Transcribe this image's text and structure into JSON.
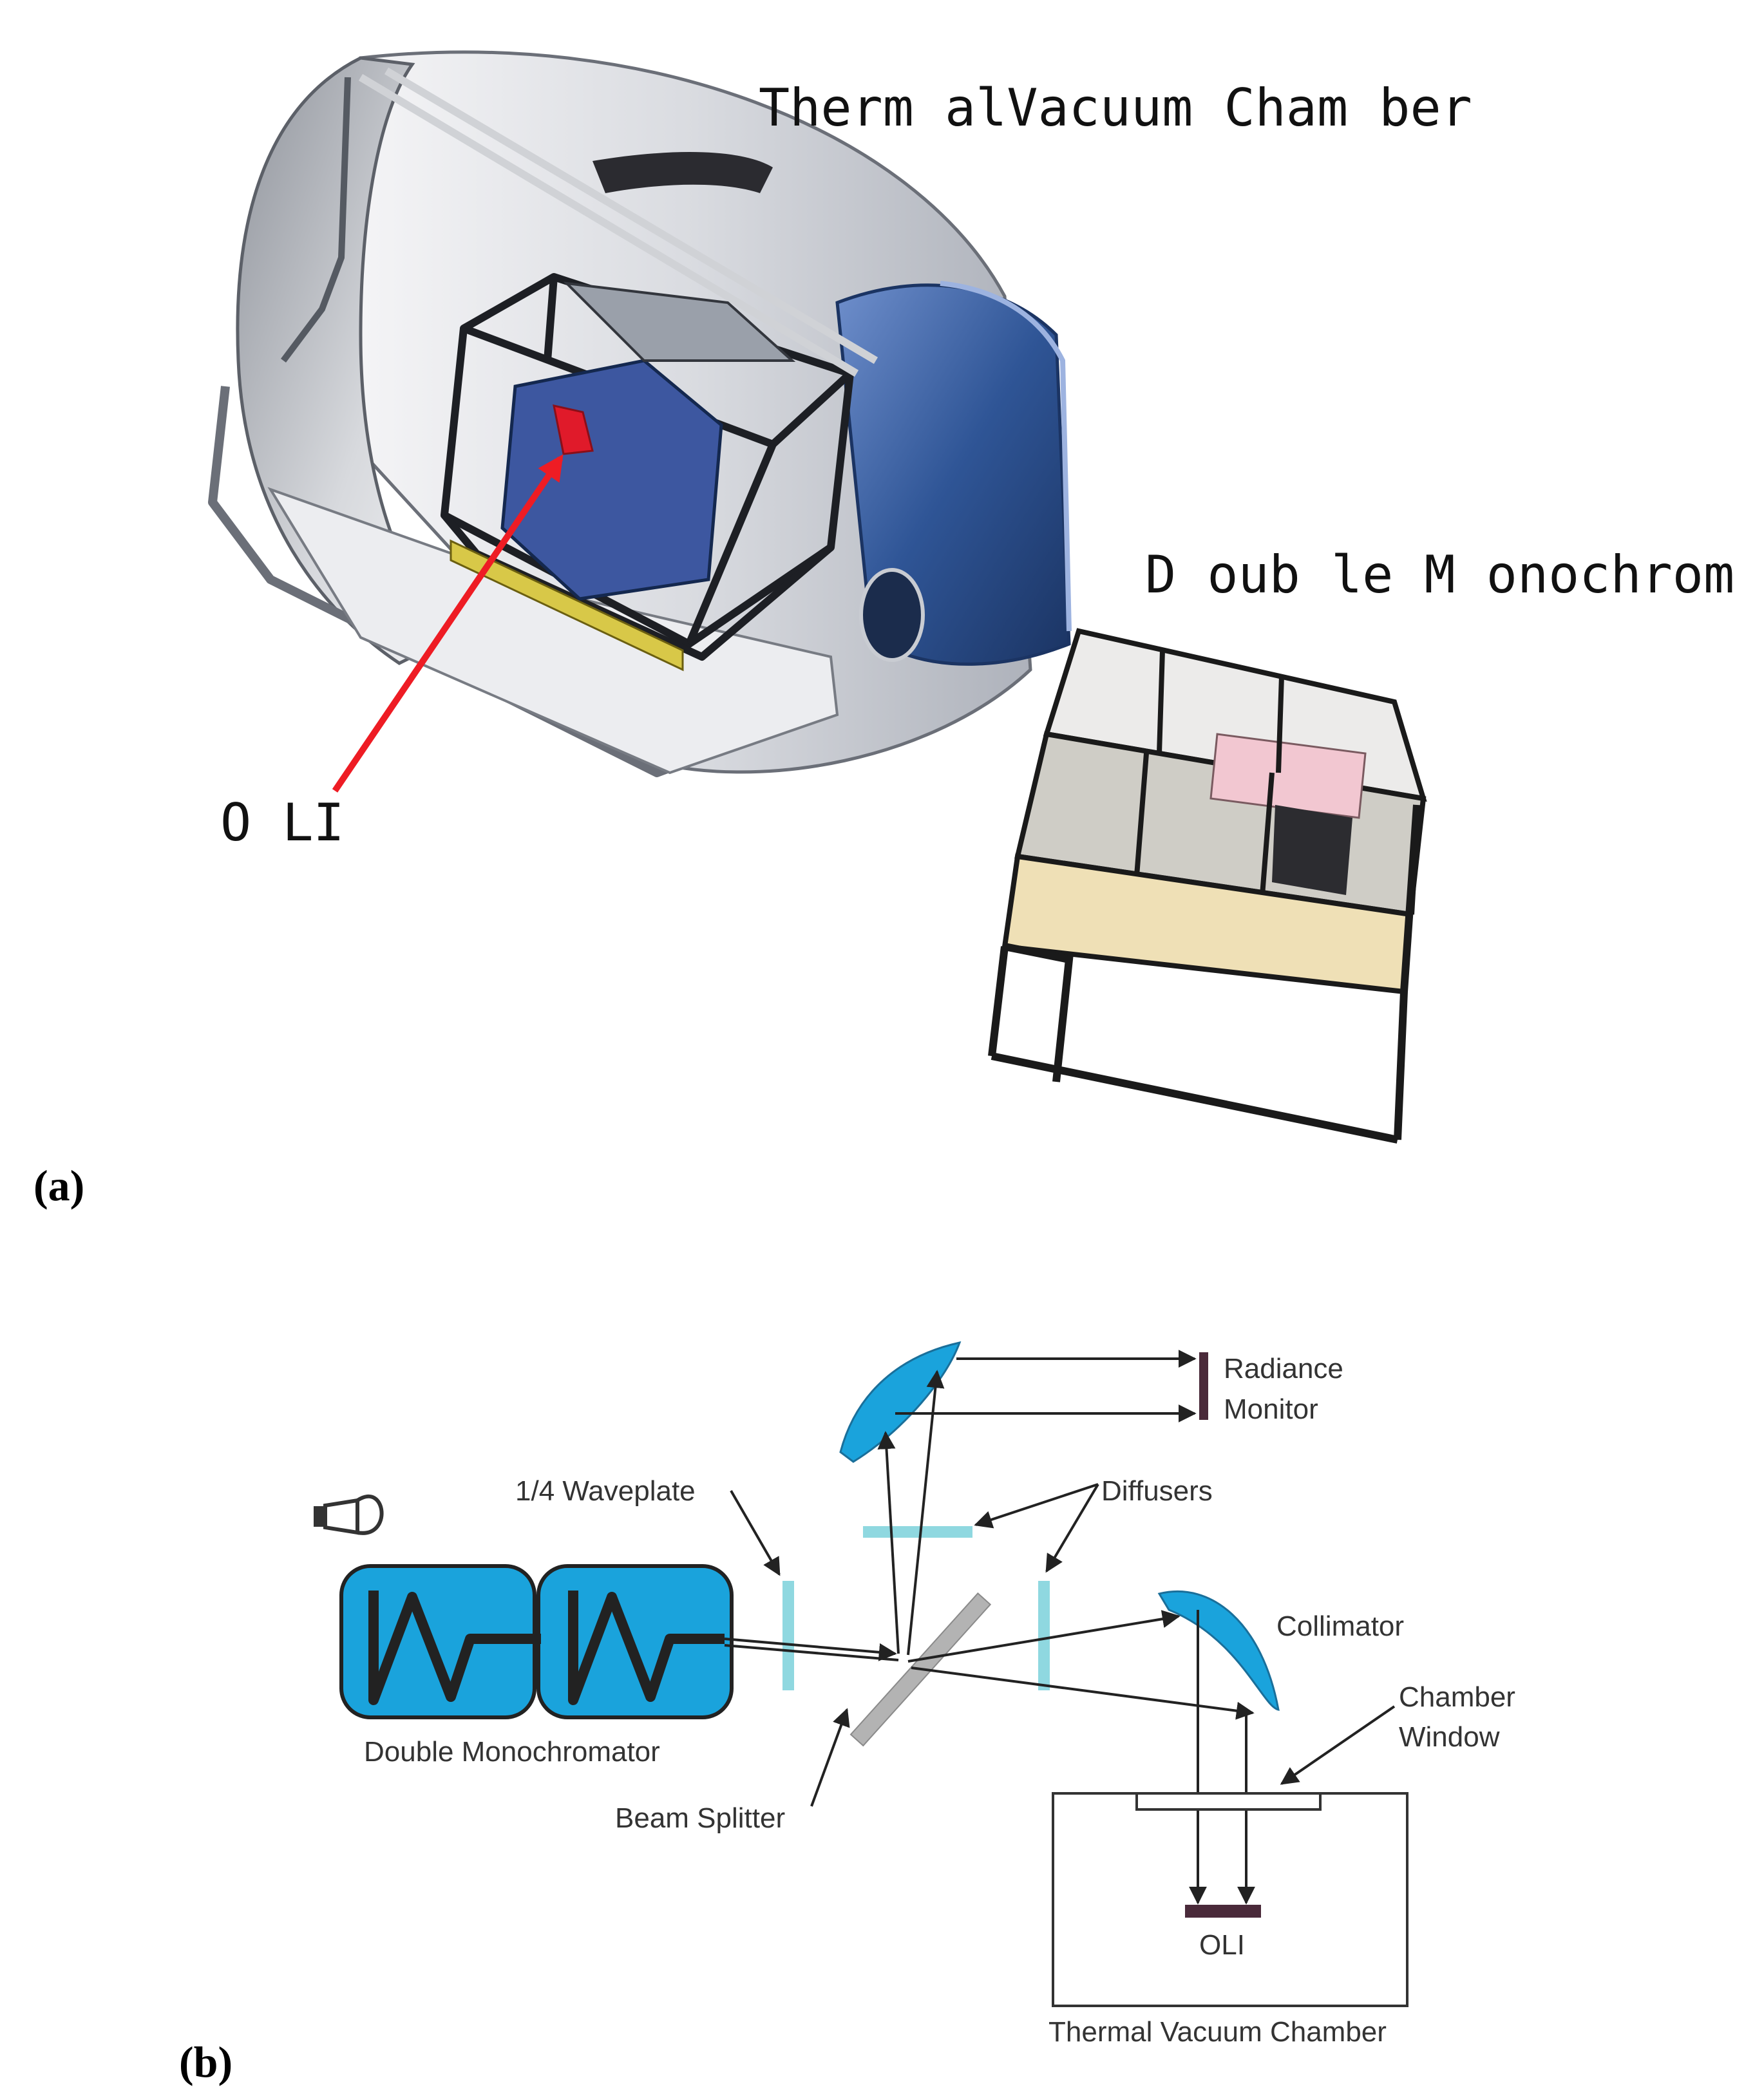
{
  "panel_a": {
    "panel_label_open": "(",
    "panel_label_letter": "a",
    "panel_label_close": ")",
    "label_chamber": "Therm alVacuum  Cham ber",
    "label_monochromator": "D oub le M onochrom ator",
    "label_oli": "O LI"
  },
  "panel_b": {
    "panel_label_open": "(",
    "panel_label_letter": "b",
    "panel_label_close": ")",
    "label_radiance_1": "Radiance",
    "label_radiance_2": "Monitor",
    "label_waveplate": "1/4 Waveplate",
    "label_diffusers": "Diffusers",
    "label_collimator": "Collimator",
    "label_chamber_window_1": "Chamber",
    "label_chamber_window_2": "Window",
    "label_double_mono": "Double Monochromator",
    "label_beam_splitter": "Beam Splitter",
    "label_oli": "OLI",
    "label_tvc": "Thermal Vacuum Chamber"
  },
  "colors": {
    "optic_blue": "#1aa3dc",
    "diffuser_cyan": "#8fd8e0",
    "chamber_blue": "#2f5596",
    "arrow_red": "#ee1c24",
    "detector_dark": "#4a2a3a"
  }
}
